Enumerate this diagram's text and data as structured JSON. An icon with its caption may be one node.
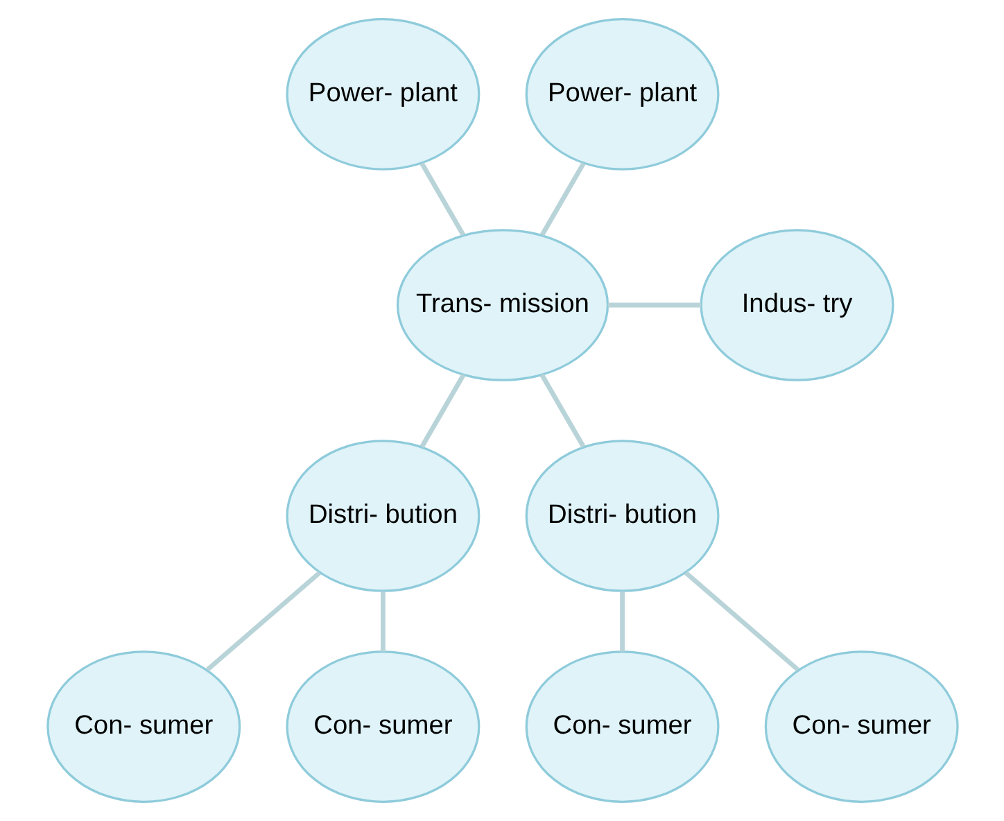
{
  "diagram": {
    "nodes": [
      {
        "text": [
          "Power- plant"
        ]
      },
      {
        "text": [
          "Power- plant"
        ]
      },
      {
        "text": [
          "Trans- mission"
        ]
      },
      {
        "text": [
          "Indus- try"
        ]
      },
      {
        "text": [
          "Distri- bution"
        ]
      },
      {
        "text": [
          "Distri- bution"
        ]
      },
      {
        "text": [
          "Con- sumer"
        ]
      },
      {
        "text": [
          "Con- sumer"
        ]
      },
      {
        "text": [
          "Con- sumer"
        ]
      },
      {
        "text": [
          "Con- sumer"
        ]
      }
    ],
    "edges": [
      {
        "from": 0,
        "to": 2,
        "arrow": "none"
      },
      {
        "from": 1,
        "to": 2,
        "arrow": "none"
      },
      {
        "from": 2,
        "to": 3,
        "arrow": "none"
      },
      {
        "from": 2,
        "to": 4,
        "arrow": "none"
      },
      {
        "from": 2,
        "to": 5,
        "arrow": "none"
      },
      {
        "from": 4,
        "to": 6,
        "arrow": "none"
      },
      {
        "from": 4,
        "to": 7,
        "arrow": "none"
      },
      {
        "from": 5,
        "to": 8,
        "arrow": "none"
      },
      {
        "from": 5,
        "to": 9,
        "arrow": "none"
      }
    ]
  }
}
